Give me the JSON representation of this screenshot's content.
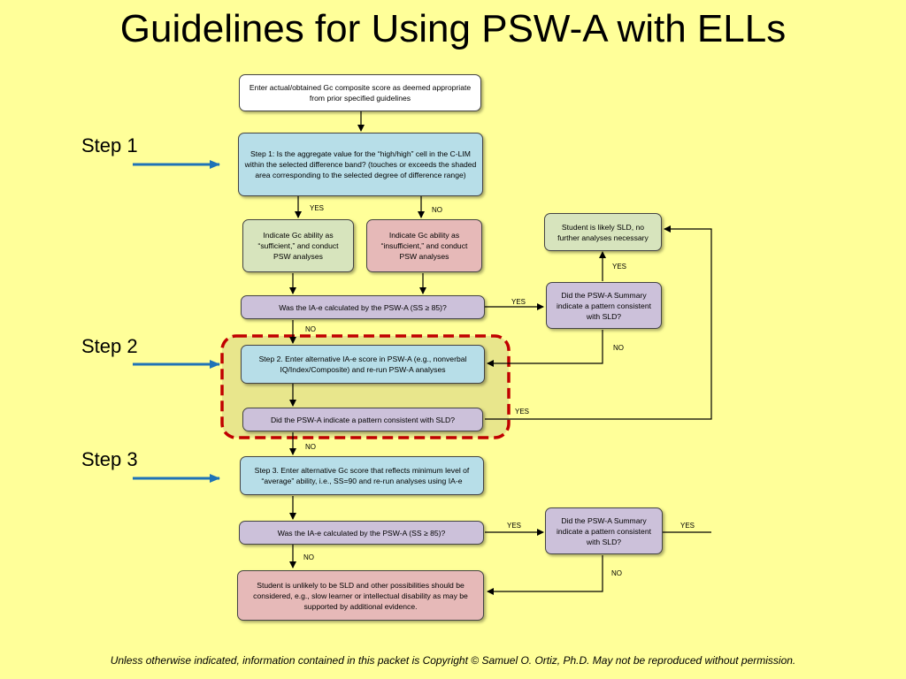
{
  "title": "Guidelines for Using PSW-A with ELLs",
  "steps": {
    "step1": "Step 1",
    "step2": "Step 2",
    "step3": "Step 3"
  },
  "boxes": {
    "enter_gc": "Enter actual/obtained Gc composite score as deemed appropriate from prior specified guidelines",
    "step1_question": "Step 1: Is the aggregate value for the “high/high” cell in the C-LIM within the selected difference band? (touches or exceeds the shaded area corresponding to the selected degree of difference range)",
    "gc_sufficient": "Indicate Gc ability as “sufficient,” and conduct PSW analyses",
    "gc_insufficient": "Indicate Gc ability as “insufficient,” and conduct PSW analyses",
    "likely_sld": "Student is likely SLD, no further analyses necessary",
    "summary_pattern_1": "Did the PSW-A Summary indicate a pattern consistent with SLD?",
    "iae_calculated_1": "Was the IA-e calculated by the PSW-A (SS ≥ 85)?",
    "step2_enter_iae": "Step 2. Enter alternative IA-e score in PSW-A (e.g., nonverbal IQ/Index/Composite) and re-run PSW-A analyses",
    "psw_pattern": "Did the PSW-A indicate a pattern consistent with SLD?",
    "step3_enter_gc": "Step 3. Enter alternative Gc score that reflects minimum level of “average” ability, i.e., SS=90 and re-run analyses using IA-e",
    "summary_pattern_2": "Did the PSW-A Summary indicate a pattern consistent with SLD?",
    "iae_calculated_2": "Was the IA-e calculated by the PSW-A (SS ≥ 85)?",
    "unlikely_sld": "Student is unlikely to be SLD and other possibilities should be considered, e.g., slow learner or intellectual disability as may be supported by additional evidence."
  },
  "labels": {
    "yes": "YES",
    "no": "NO"
  },
  "footer": "Unless otherwise indicated, information contained in this packet is Copyright © Samuel O. Ortiz, Ph.D.  May not be reproduced without permission."
}
